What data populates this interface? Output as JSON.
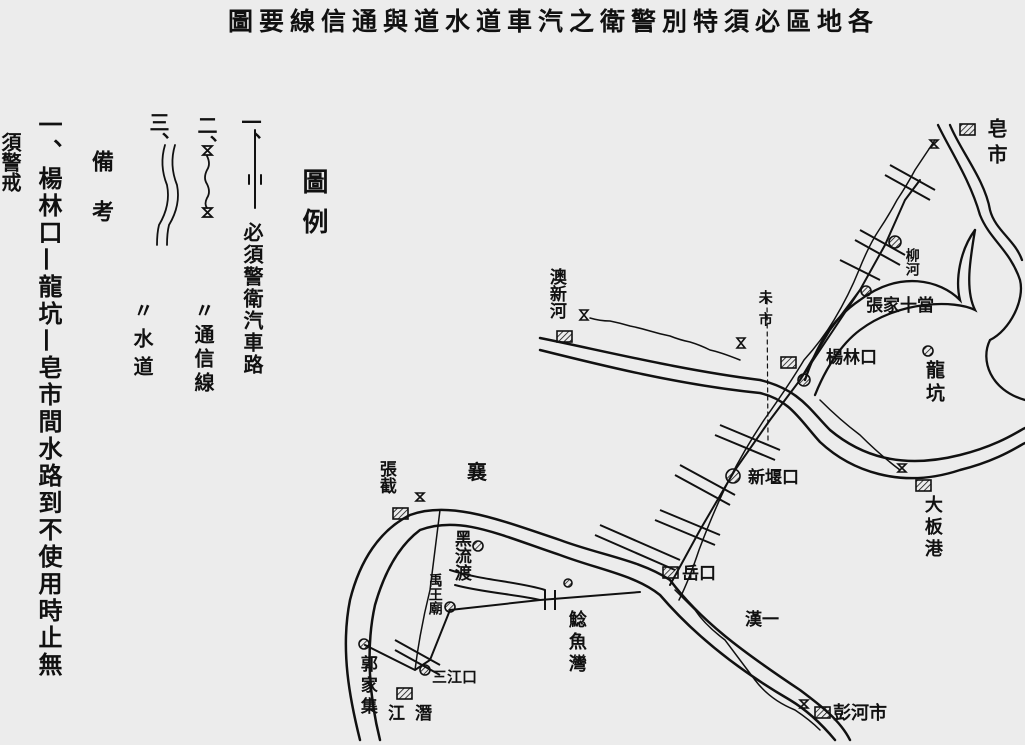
{
  "title": "圖要線信通與道水道車汽之衛警別特須必區地各",
  "title_reading": "各地區必須特別警衛之汽車道水道與通信線要圖",
  "legend": {
    "heading": "圖例",
    "items": [
      {
        "num": "一、",
        "symbol": "─╫─",
        "text": "必須警衛汽車路"
      },
      {
        "num": "二、",
        "symbol": "⌧~⌧",
        "text": "〃通信線"
      },
      {
        "num": "三、",
        "symbol": "≋",
        "text": "〃水道"
      }
    ]
  },
  "notes": {
    "heading": "備考",
    "item": "一、楊林口—龍坑—皂市間水路到不使用時止無",
    "margin_fragment": "須警戒"
  },
  "places": {
    "zaoshi": "皂市",
    "liuhe": "柳河",
    "zhangjia": "張家十當",
    "yanglinkou": "楊林口",
    "longkeng": "龍坑",
    "weishi": "未市",
    "aoxinhe": "澳新河",
    "xinyankou": "新堰口",
    "dabangang": "大板港",
    "yuekou": "岳口",
    "xiang": "襄",
    "zhangjie": "張截",
    "heiliudu": "黑流渡",
    "yuwangmiao": "禹王廟",
    "nianyuwan": "鯰魚灣",
    "sanjiangkou": "三江口",
    "guojiaji": "郭家集",
    "qianjiang": "江潛",
    "han": "漢一",
    "penghe": "彭河市"
  }
}
